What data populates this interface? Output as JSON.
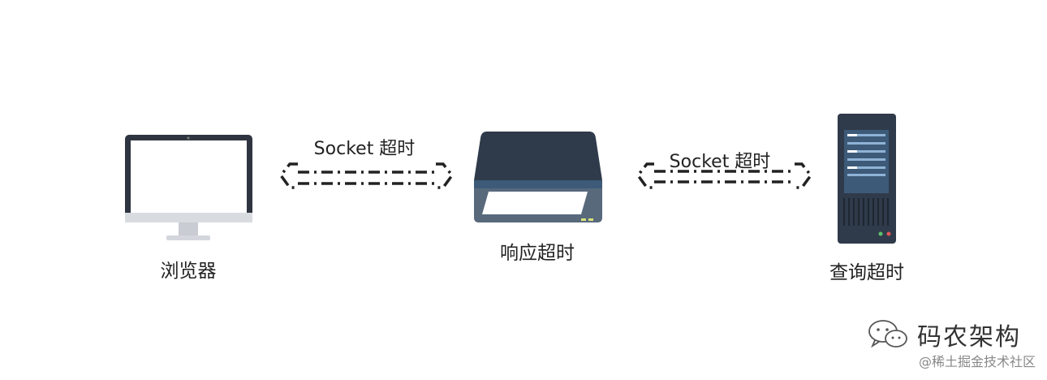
{
  "nodes": {
    "browser": {
      "label": "浏览器"
    },
    "gateway": {
      "label": "响应超时"
    },
    "server": {
      "label": "查询超时"
    }
  },
  "connections": {
    "left": {
      "label": "Socket 超时"
    },
    "right": {
      "label": "Socket 超时"
    }
  },
  "watermark": {
    "brand": "码农架构",
    "site": "@稀土掘金技术社区",
    "icon": "wechat-icon"
  },
  "colors": {
    "device_dark": "#2f3b4a",
    "device_blue": "#3d5a78",
    "arrow": "#222222"
  }
}
